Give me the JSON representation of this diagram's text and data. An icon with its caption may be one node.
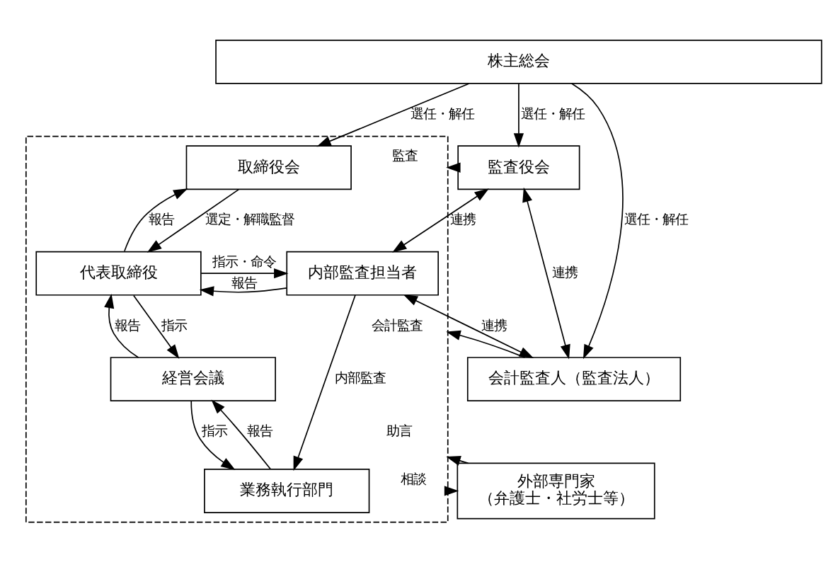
{
  "diagram": {
    "nodes": [
      {
        "text": [
          "株主総会"
        ]
      },
      {
        "text": [],
        "shape": "box"
      },
      {
        "text": [
          "取締役会"
        ],
        "in": 1
      },
      {
        "text": [
          "代表取締役"
        ],
        "in": 1
      },
      {
        "text": [
          "内部監査担当者"
        ],
        "in": 1
      },
      {
        "text": [
          "経営会議"
        ],
        "in": 1
      },
      {
        "text": [
          "業務執行部門"
        ],
        "in": 1
      },
      {
        "text": [
          "監査役会"
        ]
      },
      {
        "text": [
          "会計監査人（監査法人）"
        ]
      },
      {
        "text": [
          "外部専門家",
          "（弁護士・社労士等）"
        ]
      }
    ],
    "edges": [
      {
        "from": 0,
        "to": 2,
        "arrow": "to",
        "label": "選任・解任"
      },
      {
        "from": 0,
        "to": 7,
        "arrow": "to",
        "label": "選任・解任"
      },
      {
        "from": 0,
        "to": 8,
        "arrow": "to",
        "label": "選任・解任"
      },
      {
        "from": 2,
        "to": 3,
        "arrow": "to",
        "label": "選定・解職監督"
      },
      {
        "from": 3,
        "to": 2,
        "arrow": "to",
        "label": "報告"
      },
      {
        "from": 3,
        "to": 4,
        "arrow": "to",
        "label": "指示・命令"
      },
      {
        "from": 4,
        "to": 3,
        "arrow": "to",
        "label": "報告"
      },
      {
        "from": 3,
        "to": 5,
        "arrow": "to",
        "label": "指示"
      },
      {
        "from": 5,
        "to": 3,
        "arrow": "to",
        "label": "報告"
      },
      {
        "from": 5,
        "to": 6,
        "arrow": "to",
        "label": "指示"
      },
      {
        "from": 6,
        "to": 5,
        "arrow": "to",
        "label": "報告"
      },
      {
        "from": 4,
        "to": 6,
        "arrow": "to",
        "label": "内部監査"
      },
      {
        "from": 7,
        "to": 1,
        "arrow": "to",
        "label": "監査"
      },
      {
        "from": 7,
        "to": 4,
        "arrow": "both",
        "label": "連携"
      },
      {
        "from": 7,
        "to": 8,
        "arrow": "both",
        "label": "連携"
      },
      {
        "from": 8,
        "to": 4,
        "arrow": "both",
        "label": "連携"
      },
      {
        "from": 8,
        "to": 1,
        "arrow": "to",
        "label": "会計監査"
      },
      {
        "from": 1,
        "to": 9,
        "arrow": "to",
        "label": "相談"
      },
      {
        "from": 9,
        "to": 1,
        "arrow": "to",
        "label": "助言"
      }
    ]
  }
}
